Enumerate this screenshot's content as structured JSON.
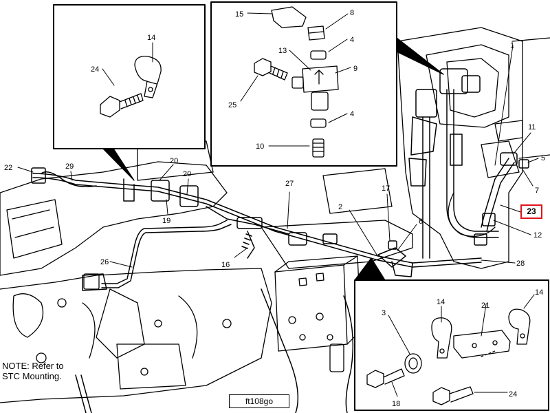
{
  "callouts": {
    "c1": "1",
    "c2": "2",
    "c3": "3",
    "c4a": "4",
    "c4b": "4",
    "c5": "5",
    "c6": "6",
    "c7": "7",
    "c8": "8",
    "c9": "9",
    "c10": "10",
    "c11": "11",
    "c12": "12",
    "c13": "13",
    "c14a": "14",
    "c14b": "14",
    "c14c": "14",
    "c15": "15",
    "c16": "16",
    "c17": "17",
    "c18": "18",
    "c19": "19",
    "c20a": "20",
    "c20b": "20",
    "c21": "21",
    "c22": "22",
    "c23": "23",
    "c24a": "24",
    "c24b": "24",
    "c25": "25",
    "c26": "26",
    "c27": "27",
    "c28": "28",
    "c29": "29"
  },
  "note": "NOTE: Refer to\nSTC Mounting.",
  "figure_id": "ft108go",
  "highlight": {
    "label": "23",
    "color": "#e0141b"
  }
}
